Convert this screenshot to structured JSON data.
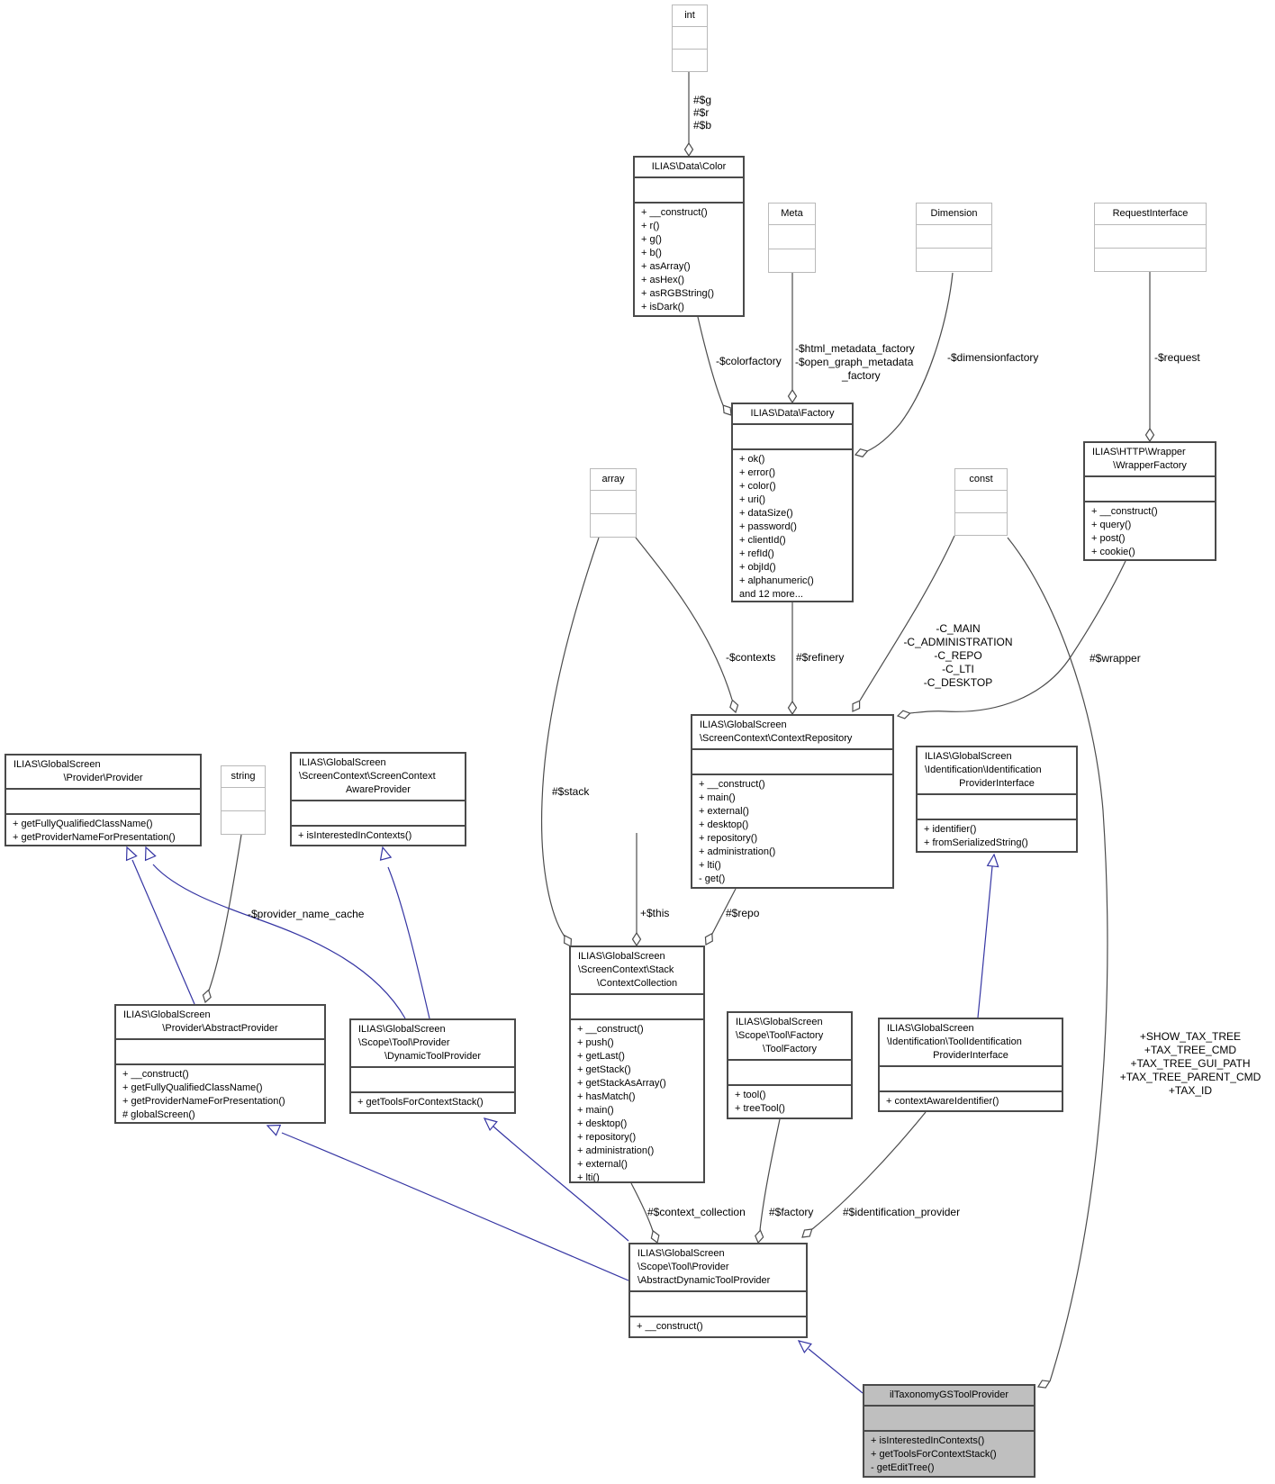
{
  "diagram": {
    "highlight_class": "ilTaxonomyGSToolProvider",
    "colors": {
      "highlight_fill": "#bfbfbf",
      "class_border": "#4a4a4a",
      "primitive_border": "#b9b9b9",
      "association_edge": "#4c4c4c",
      "inheritance_edge": "#3535a3",
      "background": "#ffffff"
    }
  },
  "classes": [
    {
      "id": "int",
      "kind": "primitive",
      "title_lines": [
        "int"
      ],
      "methods": []
    },
    {
      "id": "color",
      "kind": "class",
      "title_lines": [
        "ILIAS\\Data\\Color"
      ],
      "methods": [
        "+ __construct()",
        "+ r()",
        "+ g()",
        "+ b()",
        "+ asArray()",
        "+ asHex()",
        "+ asRGBString()",
        "+ isDark()"
      ]
    },
    {
      "id": "meta",
      "kind": "primitive",
      "title_lines": [
        "Meta"
      ],
      "methods": []
    },
    {
      "id": "dimension",
      "kind": "primitive",
      "title_lines": [
        "Dimension"
      ],
      "methods": []
    },
    {
      "id": "request_interface",
      "kind": "primitive",
      "title_lines": [
        "RequestInterface"
      ],
      "methods": []
    },
    {
      "id": "factory",
      "kind": "class",
      "title_lines": [
        "ILIAS\\Data\\Factory"
      ],
      "methods": [
        "+ ok()",
        "+ error()",
        "+ color()",
        "+ uri()",
        "+ dataSize()",
        "+ password()",
        "+ clientId()",
        "+ refId()",
        "+ objId()",
        "+ alphanumeric()",
        "and 12 more..."
      ]
    },
    {
      "id": "array",
      "kind": "primitive",
      "title_lines": [
        "array"
      ],
      "methods": []
    },
    {
      "id": "const",
      "kind": "primitive",
      "title_lines": [
        "const"
      ],
      "methods": []
    },
    {
      "id": "wrapper_factory",
      "kind": "class",
      "title_lines": [
        "ILIAS\\HTTP\\Wrapper",
        "\\WrapperFactory"
      ],
      "methods": [
        "+ __construct()",
        "+ query()",
        "+ post()",
        "+ cookie()"
      ]
    },
    {
      "id": "context_repository",
      "kind": "class",
      "title_lines": [
        "ILIAS\\GlobalScreen",
        "\\ScreenContext\\ContextRepository"
      ],
      "methods": [
        "+ __construct()",
        "+ main()",
        "+ external()",
        "+ desktop()",
        "+ repository()",
        "+ administration()",
        "+ lti()",
        "- get()"
      ]
    },
    {
      "id": "identification_provider_interface",
      "kind": "class",
      "title_lines": [
        "ILIAS\\GlobalScreen",
        "\\Identification\\Identification",
        "ProviderInterface"
      ],
      "methods": [
        "+ identifier()",
        "+ fromSerializedString()"
      ]
    },
    {
      "id": "provider",
      "kind": "class",
      "title_lines": [
        "ILIAS\\GlobalScreen",
        "\\Provider\\Provider"
      ],
      "methods": [
        "+ getFullyQualifiedClassName()",
        "+ getProviderNameForPresentation()"
      ]
    },
    {
      "id": "string",
      "kind": "primitive",
      "title_lines": [
        "string"
      ],
      "methods": []
    },
    {
      "id": "screen_context_aware_provider",
      "kind": "class",
      "title_lines": [
        "ILIAS\\GlobalScreen",
        "\\ScreenContext\\ScreenContext",
        "AwareProvider"
      ],
      "methods": [
        "+ isInterestedInContexts()"
      ]
    },
    {
      "id": "abstract_provider",
      "kind": "class",
      "title_lines": [
        "ILIAS\\GlobalScreen",
        "\\Provider\\AbstractProvider"
      ],
      "methods": [
        "+ __construct()",
        "+ getFullyQualifiedClassName()",
        "+ getProviderNameForPresentation()",
        "# globalScreen()"
      ]
    },
    {
      "id": "dynamic_tool_provider",
      "kind": "class",
      "title_lines": [
        "ILIAS\\GlobalScreen",
        "\\Scope\\Tool\\Provider",
        "\\DynamicToolProvider"
      ],
      "methods": [
        "+ getToolsForContextStack()"
      ]
    },
    {
      "id": "context_collection",
      "kind": "class",
      "title_lines": [
        "ILIAS\\GlobalScreen",
        "\\ScreenContext\\Stack",
        "\\ContextCollection"
      ],
      "methods": [
        "+ __construct()",
        "+ push()",
        "+ getLast()",
        "+ getStack()",
        "+ getStackAsArray()",
        "+ hasMatch()",
        "+ main()",
        "+ desktop()",
        "+ repository()",
        "+ administration()",
        "+ external()",
        "+ lti()"
      ]
    },
    {
      "id": "tool_factory",
      "kind": "class",
      "title_lines": [
        "ILIAS\\GlobalScreen",
        "\\Scope\\Tool\\Factory",
        "\\ToolFactory"
      ],
      "methods": [
        "+ tool()",
        "+ treeTool()"
      ]
    },
    {
      "id": "tool_identification_provider_interface",
      "kind": "class",
      "title_lines": [
        "ILIAS\\GlobalScreen",
        "\\Identification\\ToolIdentification",
        "ProviderInterface"
      ],
      "methods": [
        "+ contextAwareIdentifier()"
      ]
    },
    {
      "id": "abstract_dynamic_tool_provider",
      "kind": "class",
      "title_lines": [
        "ILIAS\\GlobalScreen",
        "\\Scope\\Tool\\Provider",
        "\\AbstractDynamicToolProvider"
      ],
      "methods": [
        "+ __construct()"
      ]
    },
    {
      "id": "il_taxonomy_gs_tool_provider",
      "kind": "highlight",
      "title_lines": [
        "ilTaxonomyGSToolProvider"
      ],
      "methods": [
        "+ isInterestedInContexts()",
        "+ getToolsForContextStack()",
        "- getEditTree()"
      ]
    }
  ],
  "edge_labels": [
    {
      "id": "int-color",
      "lines": [
        "#$g",
        "#$r",
        "#$b"
      ]
    },
    {
      "id": "colorfactory",
      "lines": [
        "-$colorfactory"
      ]
    },
    {
      "id": "metafactory",
      "lines": [
        "-$html_metadata_factory",
        "-$open_graph_metadata"
      ]
    },
    {
      "id": "metafactory2",
      "lines": [
        "_factory"
      ]
    },
    {
      "id": "dimensionfactory",
      "lines": [
        "-$dimensionfactory"
      ]
    },
    {
      "id": "request",
      "lines": [
        "-$request"
      ]
    },
    {
      "id": "contexts",
      "lines": [
        "-$contexts"
      ]
    },
    {
      "id": "refinery",
      "lines": [
        "#$refinery"
      ]
    },
    {
      "id": "repo-consts",
      "lines": [
        "-C_MAIN",
        "-C_ADMINISTRATION",
        "-C_REPO",
        "-C_LTI",
        "-C_DESKTOP"
      ]
    },
    {
      "id": "wrapper",
      "lines": [
        "#$wrapper"
      ]
    },
    {
      "id": "stack",
      "lines": [
        "#$stack"
      ]
    },
    {
      "id": "this",
      "lines": [
        "+$this"
      ]
    },
    {
      "id": "repo",
      "lines": [
        "#$repo"
      ]
    },
    {
      "id": "provider-name-cache",
      "lines": [
        "-$provider_name_cache"
      ]
    },
    {
      "id": "context-collection",
      "lines": [
        "#$context_collection"
      ]
    },
    {
      "id": "factory",
      "lines": [
        "#$factory"
      ]
    },
    {
      "id": "identification-provider",
      "lines": [
        "#$identification_provider"
      ]
    },
    {
      "id": "tax-consts",
      "lines": [
        "+SHOW_TAX_TREE",
        "+TAX_TREE_CMD",
        "+TAX_TREE_GUI_PATH",
        "+TAX_TREE_PARENT_CMD",
        "+TAX_ID"
      ]
    }
  ]
}
